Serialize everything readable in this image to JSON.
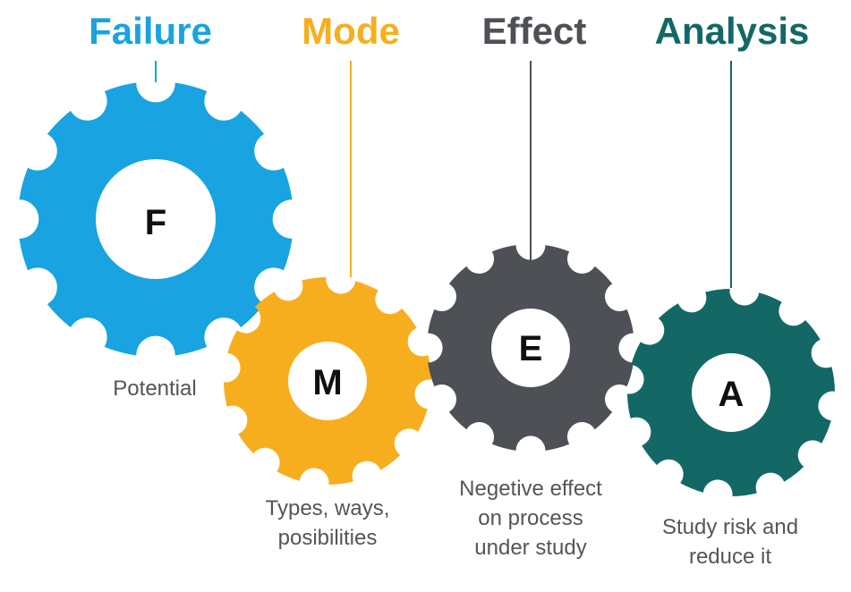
{
  "colors": {
    "failure": "#19A3E0",
    "mode": "#F7AE1E",
    "effect": "#4D5055",
    "analysis": "#136866",
    "description_text": "#555555",
    "letter_text": "#111111"
  },
  "stages": [
    {
      "key": "failure",
      "title": "Failure",
      "letter": "F",
      "description_lines": [
        "Potential"
      ],
      "icon": "gear-icon"
    },
    {
      "key": "mode",
      "title": "Mode",
      "letter": "M",
      "description_lines": [
        "Types, ways,",
        "posibilities"
      ],
      "icon": "gear-icon"
    },
    {
      "key": "effect",
      "title": "Effect",
      "letter": "E",
      "description_lines": [
        "Negetive effect",
        "on process",
        "under study"
      ],
      "icon": "gear-icon"
    },
    {
      "key": "analysis",
      "title": "Analysis",
      "letter": "A",
      "description_lines": [
        "Study risk and",
        "reduce it"
      ],
      "icon": "gear-icon"
    }
  ]
}
